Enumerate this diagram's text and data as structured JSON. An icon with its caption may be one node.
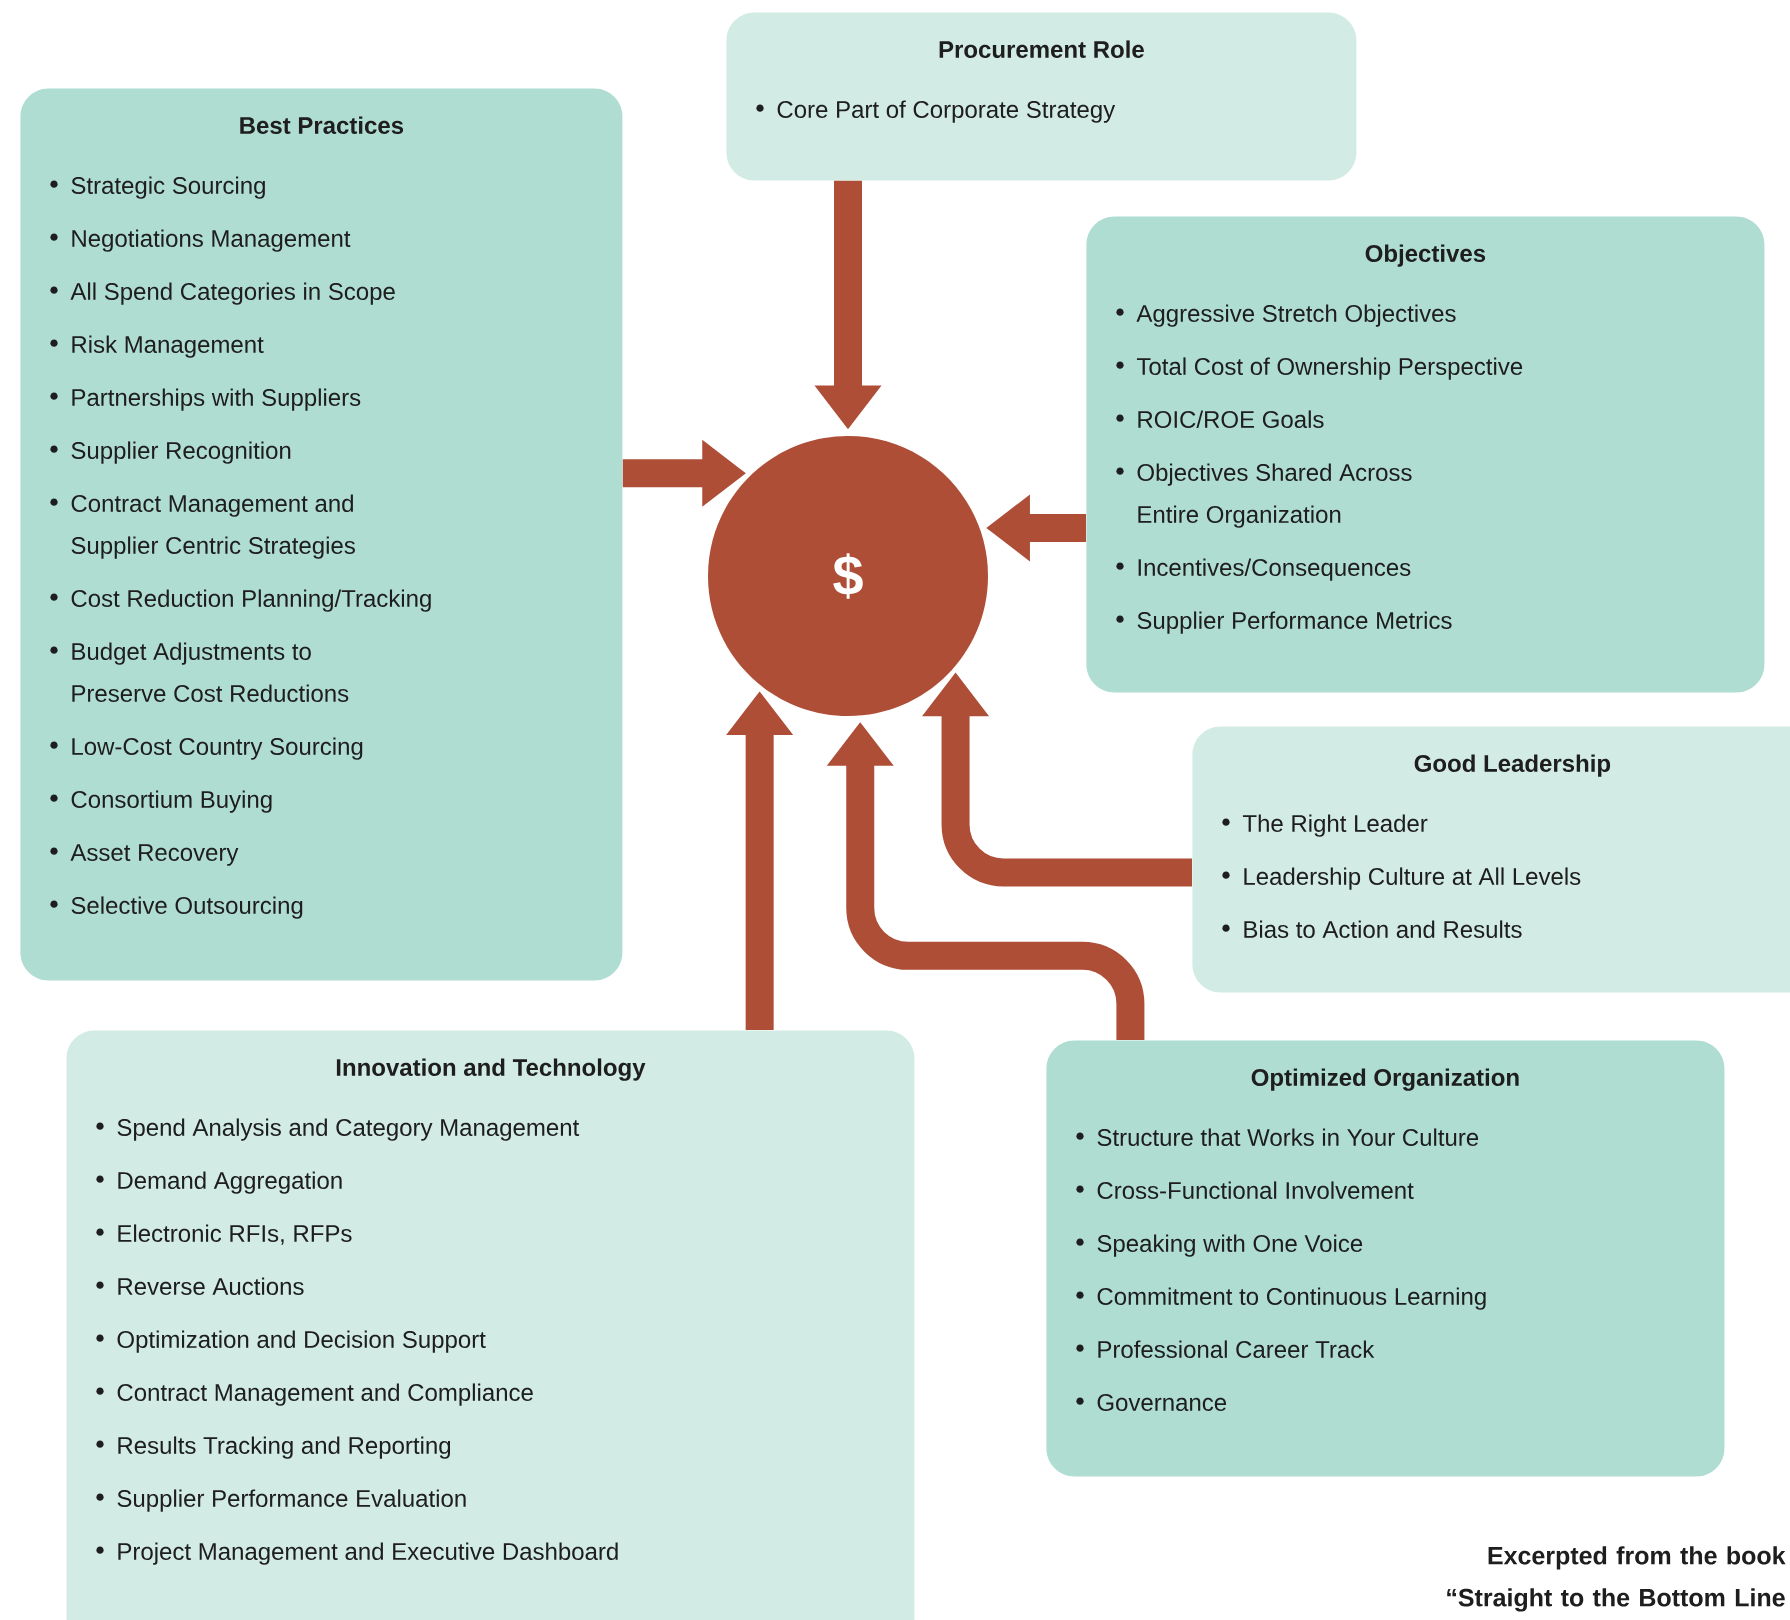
{
  "diagram": {
    "caption": "Excerpted from the book “Straight to the Bottom Line",
    "nodes": [
      {
        "text": [
          "Procurement Role",
          "Core Part of Corporate Strategy"
        ]
      },
      {
        "text": [
          "Best Practices",
          "Strategic Sourcing",
          "Negotiations Management",
          "All Spend Categories in Scope",
          "Risk Management",
          "Partnerships with Suppliers",
          "Supplier Recognition",
          "Contract Management and Supplier Centric Strategies",
          "Cost Reduction Planning/Tracking",
          "Budget Adjustments to Preserve Cost Reductions",
          "Low-Cost Country Sourcing",
          "Consortium Buying",
          "Asset Recovery",
          "Selective Outsourcing"
        ]
      },
      {
        "text": [
          "$"
        ]
      },
      {
        "text": [
          "Objectives",
          "Aggressive Stretch Objectives",
          "Total Cost of Ownership Perspective",
          "ROIC/ROE Goals",
          "Objectives Shared Across Entire Organization",
          "Incentives/Consequences",
          "Supplier Performance Metrics"
        ]
      },
      {
        "text": [
          "Good Leadership",
          "The Right Leader",
          "Leadership Culture at All Levels",
          "Bias to Action and Results"
        ]
      },
      {
        "text": [
          "Innovation and Technology",
          "Spend Analysis and Category Management",
          "Demand Aggregation",
          "Electronic RFIs, RFPs",
          "Reverse Auctions",
          "Optimization and Decision Support",
          "Contract Management and Compliance",
          "Results Tracking and Reporting",
          "Supplier Performance Evaluation",
          "Project Management and Executive Dashboard"
        ]
      },
      {
        "text": [
          "Optimized Organization",
          "Structure that Works in Your Culture",
          "Cross-Functional Involvement",
          "Speaking with One Voice",
          "Commitment to Continuous Learning",
          "Professional Career Track",
          "Governance"
        ]
      }
    ],
    "edges": [
      {
        "from": 0,
        "to": 2,
        "arrow": "to"
      },
      {
        "from": 1,
        "to": 2,
        "arrow": "to"
      },
      {
        "from": 3,
        "to": 2,
        "arrow": "to"
      },
      {
        "from": 4,
        "to": 2,
        "arrow": "to"
      },
      {
        "from": 5,
        "to": 2,
        "arrow": "to"
      },
      {
        "from": 6,
        "to": 2,
        "arrow": "to"
      }
    ]
  }
}
